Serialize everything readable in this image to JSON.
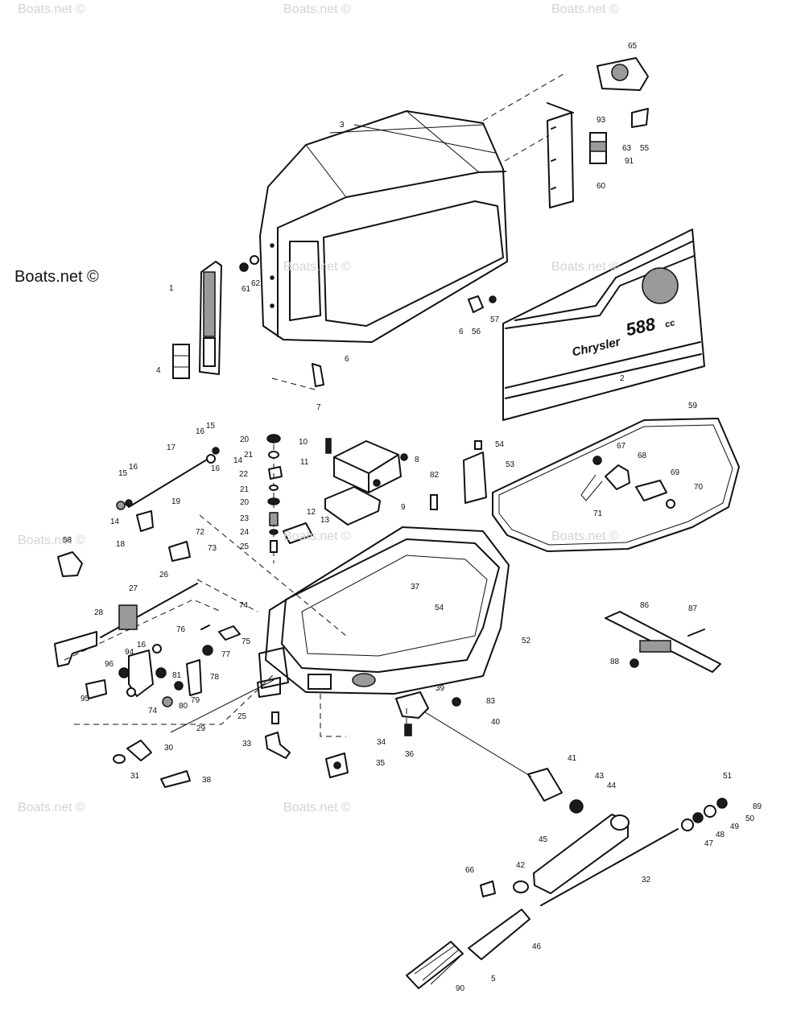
{
  "watermark": {
    "main": "Boats.net ©",
    "repeated": [
      "Boats.net ©",
      "Boats.net ©",
      "Boats.net ©",
      "Boats.net ©",
      "Boats.net ©",
      "Boats.net ©",
      "Boats.net ©",
      "Boats.net ©",
      "Boats.net ©",
      "Boats.net ©"
    ]
  },
  "decal": {
    "brand": "Chrysler",
    "model": "588",
    "unit": "cc"
  },
  "callouts": {
    "c1": "1",
    "c2": "2",
    "c3": "3",
    "c4": "4",
    "c5": "5",
    "c6a": "6",
    "c6b": "6",
    "c7": "7",
    "c8": "8",
    "c9": "9",
    "c10": "10",
    "c11": "11",
    "c12": "12",
    "c13": "13",
    "c14a": "14",
    "c14b": "14",
    "c15a": "15",
    "c15b": "15",
    "c16a": "16",
    "c16b": "16",
    "c16c": "16",
    "c16d": "16",
    "c17": "17",
    "c18": "18",
    "c19": "19",
    "c20a": "20",
    "c20b": "20",
    "c21a": "21",
    "c21b": "21",
    "c22": "22",
    "c23": "23",
    "c24": "24",
    "c25a": "25",
    "c25b": "25",
    "c26": "26",
    "c27": "27",
    "c28": "28",
    "c29": "29",
    "c30": "30",
    "c31": "31",
    "c32": "32",
    "c33": "33",
    "c34": "34",
    "c35": "35",
    "c36": "36",
    "c37": "37",
    "c38": "38",
    "c39": "39",
    "c40": "40",
    "c41": "41",
    "c42": "42",
    "c43": "43",
    "c44": "44",
    "c45": "45",
    "c46": "46",
    "c47": "47",
    "c48": "48",
    "c49": "49",
    "c50": "50",
    "c51": "51",
    "c52": "52",
    "c53": "53",
    "c54a": "54",
    "c54b": "54",
    "c55": "55",
    "c56": "56",
    "c57": "57",
    "c58": "58",
    "c59": "59",
    "c60": "60",
    "c61": "61",
    "c62": "62",
    "c63": "63",
    "c65": "65",
    "c66": "66",
    "c67": "67",
    "c68": "68",
    "c69": "69",
    "c70": "70",
    "c71": "71",
    "c72": "72",
    "c73": "73",
    "c74a": "74",
    "c74b": "74",
    "c75": "75",
    "c76": "76",
    "c77": "77",
    "c78": "78",
    "c79": "79",
    "c80": "80",
    "c81": "81",
    "c82": "82",
    "c83": "83",
    "c86": "86",
    "c87": "87",
    "c88": "88",
    "c89": "89",
    "c90": "90",
    "c91": "91",
    "c93": "93",
    "c94": "94",
    "c95": "95",
    "c96": "96"
  }
}
